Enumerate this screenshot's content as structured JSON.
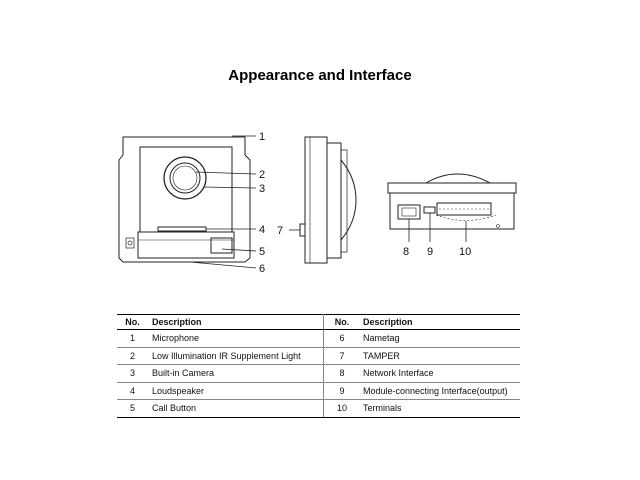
{
  "title": "Appearance and Interface",
  "callouts": [
    "1",
    "2",
    "3",
    "4",
    "5",
    "6",
    "7",
    "8",
    "9",
    "10"
  ],
  "table": {
    "headers": [
      "No.",
      "Description",
      "No.",
      "Description"
    ],
    "rows": [
      {
        "no1": "1",
        "desc1": "Microphone",
        "no2": "6",
        "desc2": "Nametag"
      },
      {
        "no1": "2",
        "desc1": "Low Illumination IR Supplement Light",
        "no2": "7",
        "desc2": "TAMPER"
      },
      {
        "no1": "3",
        "desc1": "Built-in Camera",
        "no2": "8",
        "desc2": "Network Interface"
      },
      {
        "no1": "4",
        "desc1": "Loudspeaker",
        "no2": "9",
        "desc2": "Module-connecting Interface(output)"
      },
      {
        "no1": "5",
        "desc1": "Call Button",
        "no2": "10",
        "desc2": "Terminals"
      }
    ]
  }
}
